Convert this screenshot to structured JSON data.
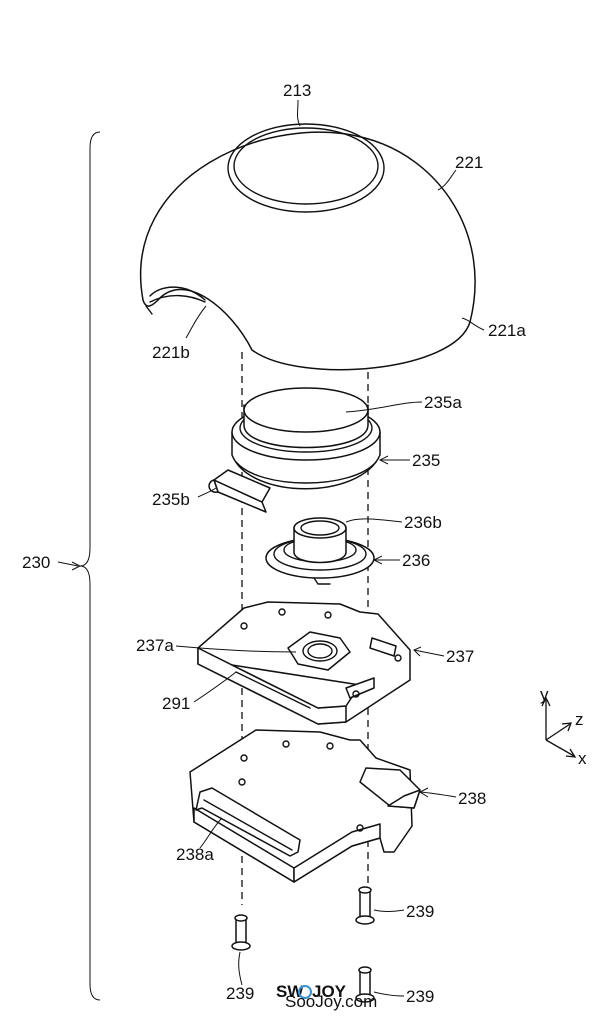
{
  "labels": {
    "part_213": "213",
    "part_221": "221",
    "part_221a": "221a",
    "part_221b": "221b",
    "part_230": "230",
    "part_235a": "235a",
    "part_235": "235",
    "part_235b": "235b",
    "part_236b": "236b",
    "part_236": "236",
    "part_237a": "237a",
    "part_237": "237",
    "part_291": "291",
    "part_238": "238",
    "part_238a": "238a",
    "part_239_right_upper": "239",
    "part_239_left_lower": "239",
    "part_239_right_lower": "239"
  },
  "axes": {
    "y": "y",
    "z": "z",
    "x": "x"
  },
  "watermark": {
    "brand_part1": "SW",
    "brand_part2": "JOY",
    "site": "SooJoy.com"
  }
}
